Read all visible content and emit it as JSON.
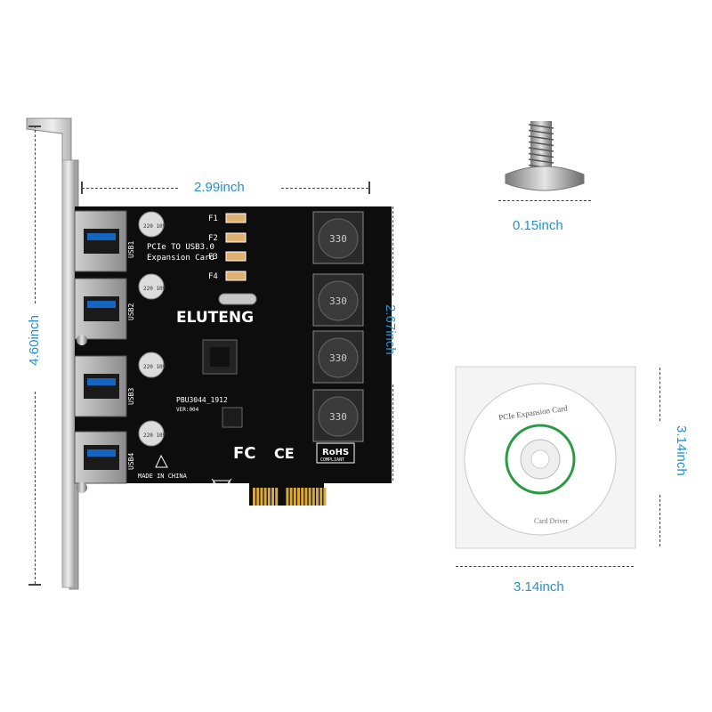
{
  "dimensions": {
    "card_width": "2.99inch",
    "card_height": "2.67inch",
    "bracket_height": "4.60inch",
    "screw_size": "0.15inch",
    "cd_width": "3.14inch",
    "cd_height": "3.14inch"
  },
  "card": {
    "brand": "ELUTENG",
    "model_line1": "PCIe TO USB3.0",
    "model_line2": "Expansion Card",
    "part_no": "PBU3044_1912",
    "version": "VER:004",
    "made_in": "MADE IN CHINA",
    "port_labels": [
      "USB1",
      "USB2",
      "USB3",
      "USB4"
    ],
    "fuse_labels": [
      "F1",
      "F2",
      "F3",
      "F4"
    ],
    "inductor_code": "330",
    "cap_label": "220 10V",
    "fc_mark": "FC",
    "ce_mark": "CE",
    "rohs_mark": "RoHS",
    "rohs_sub": "COMPLIANT"
  },
  "cd": {
    "title": "PCIe Expansion Card",
    "bottom_text": "Card Driver"
  },
  "colors": {
    "accent": "#2a8fc9",
    "pcb": "#0d0d0d",
    "gold": "#d9a93a",
    "cd_ring": "#2b9a46"
  }
}
